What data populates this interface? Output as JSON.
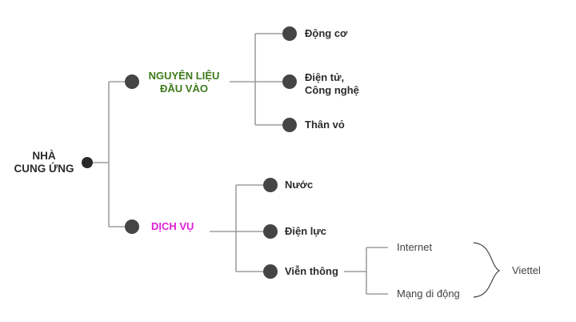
{
  "colors": {
    "connector": "#8a8a8a",
    "node": "#454545",
    "root_node": "#2a2a2a",
    "text": "#2b2b2b",
    "branch_materials": "#3d7a1c",
    "branch_services": "#e020d8",
    "leaf_plain_text": "#444444"
  },
  "root": {
    "label_line1": "NHÀ",
    "label_line2": "CUNG ỨNG"
  },
  "branches": [
    {
      "label_line1": "NGUYÊN LIỆU",
      "label_line2": "ĐẦU VÀO",
      "children": [
        {
          "label_line1": "Động cơ",
          "label_line2": ""
        },
        {
          "label_line1": "Điện tử,",
          "label_line2": "Công nghệ"
        },
        {
          "label_line1": "Thân vỏ",
          "label_line2": ""
        }
      ]
    },
    {
      "label_line1": "DỊCH VỤ",
      "children": [
        {
          "label_line1": "Nước"
        },
        {
          "label_line1": "Điện lực"
        },
        {
          "label_line1": "Viễn thông",
          "children": [
            {
              "label": "Internet"
            },
            {
              "label": "Mạng di động"
            }
          ],
          "provider": "Viettel"
        }
      ]
    }
  ]
}
